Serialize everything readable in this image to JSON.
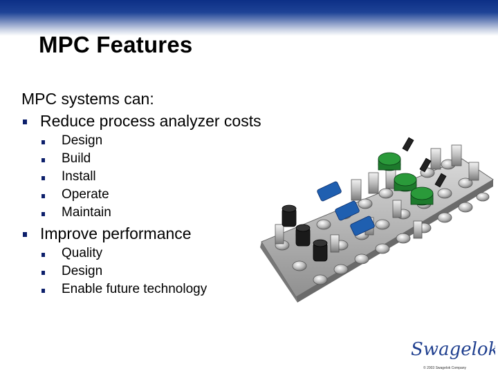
{
  "slide": {
    "title": "MPC Features",
    "intro": "MPC systems can:",
    "bullets": [
      {
        "text": "Reduce process analyzer costs",
        "subs": [
          "Design",
          "Build",
          "Install",
          "Operate",
          "Maintain"
        ]
      },
      {
        "text": "Improve performance",
        "subs": [
          "Quality",
          "Design",
          "Enable future technology"
        ]
      }
    ]
  },
  "footer": {
    "logo_text": "Swagelok",
    "copyright": "© 2003 Swagelok Company"
  },
  "colors": {
    "header_blue": "#0c2f86",
    "bullet_blue": "#0c1f6b",
    "logo_blue": "#1f3f8f",
    "valve_blue": "#1f5fb0",
    "valve_green": "#1d7a2c"
  }
}
